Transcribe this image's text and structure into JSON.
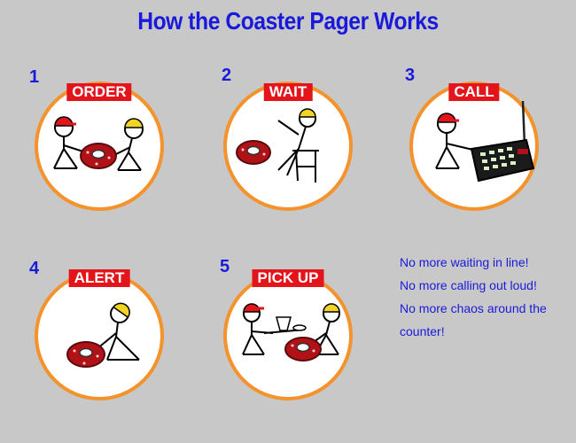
{
  "title": "How the Coaster Pager Works",
  "steps": [
    {
      "number": "1",
      "label": "ORDER"
    },
    {
      "number": "2",
      "label": "WAIT"
    },
    {
      "number": "3",
      "label": "CALL"
    },
    {
      "number": "4",
      "label": "ALERT"
    },
    {
      "number": "5",
      "label": "PICK UP"
    }
  ],
  "notes": [
    "No more waiting in line!",
    "No more calling out loud!",
    "No more chaos around the counter!"
  ],
  "colors": {
    "background": "#c8c8c8",
    "title": "#1a1adb",
    "label_bg": "#e3151a",
    "circle_border": "#f4922b",
    "cap_red": "#e3151a",
    "head_yellow": "#f3d324"
  }
}
